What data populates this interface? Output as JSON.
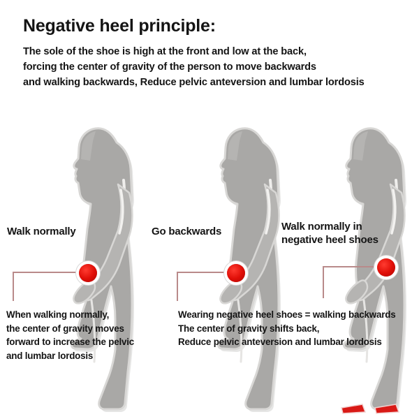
{
  "title": "Negative heel principle:",
  "intro": "The sole of the shoe is high at the front and low at the back,\nforcing the center of gravity of the person to move backwards\nand walking backwards, Reduce pelvic anteversion and lumbar lordosis",
  "figures": [
    {
      "id": "figure-walk-normally",
      "label": "Walk normally",
      "description": "When walking normally,\nthe center of gravity moves\nforward to increase the pelvic\nand lumbar lordosis",
      "has_red_shoes": false,
      "center_of_gravity_marker": "red-dot"
    },
    {
      "id": "figure-go-backwards",
      "label": "Go backwards",
      "description": "Wearing negative heel shoes = walking backwards\nThe center of gravity shifts back,\nReduce pelvic anteversion and lumbar lordosis",
      "has_red_shoes": false,
      "center_of_gravity_marker": "red-dot"
    },
    {
      "id": "figure-negative-heel-shoes",
      "label": "Walk normally in\nnegative heel shoes",
      "description": "",
      "has_red_shoes": true,
      "center_of_gravity_marker": "red-dot"
    }
  ],
  "colors": {
    "background": "#ffffff",
    "body_gray": "#a9a8a6",
    "body_gray_light": "#c3c2c0",
    "body_outline": "#d8d7d5",
    "marker_red": "#e00f08",
    "shoe_red": "#d91a16",
    "leader_line": "#b98a8a",
    "text": "#141414"
  }
}
